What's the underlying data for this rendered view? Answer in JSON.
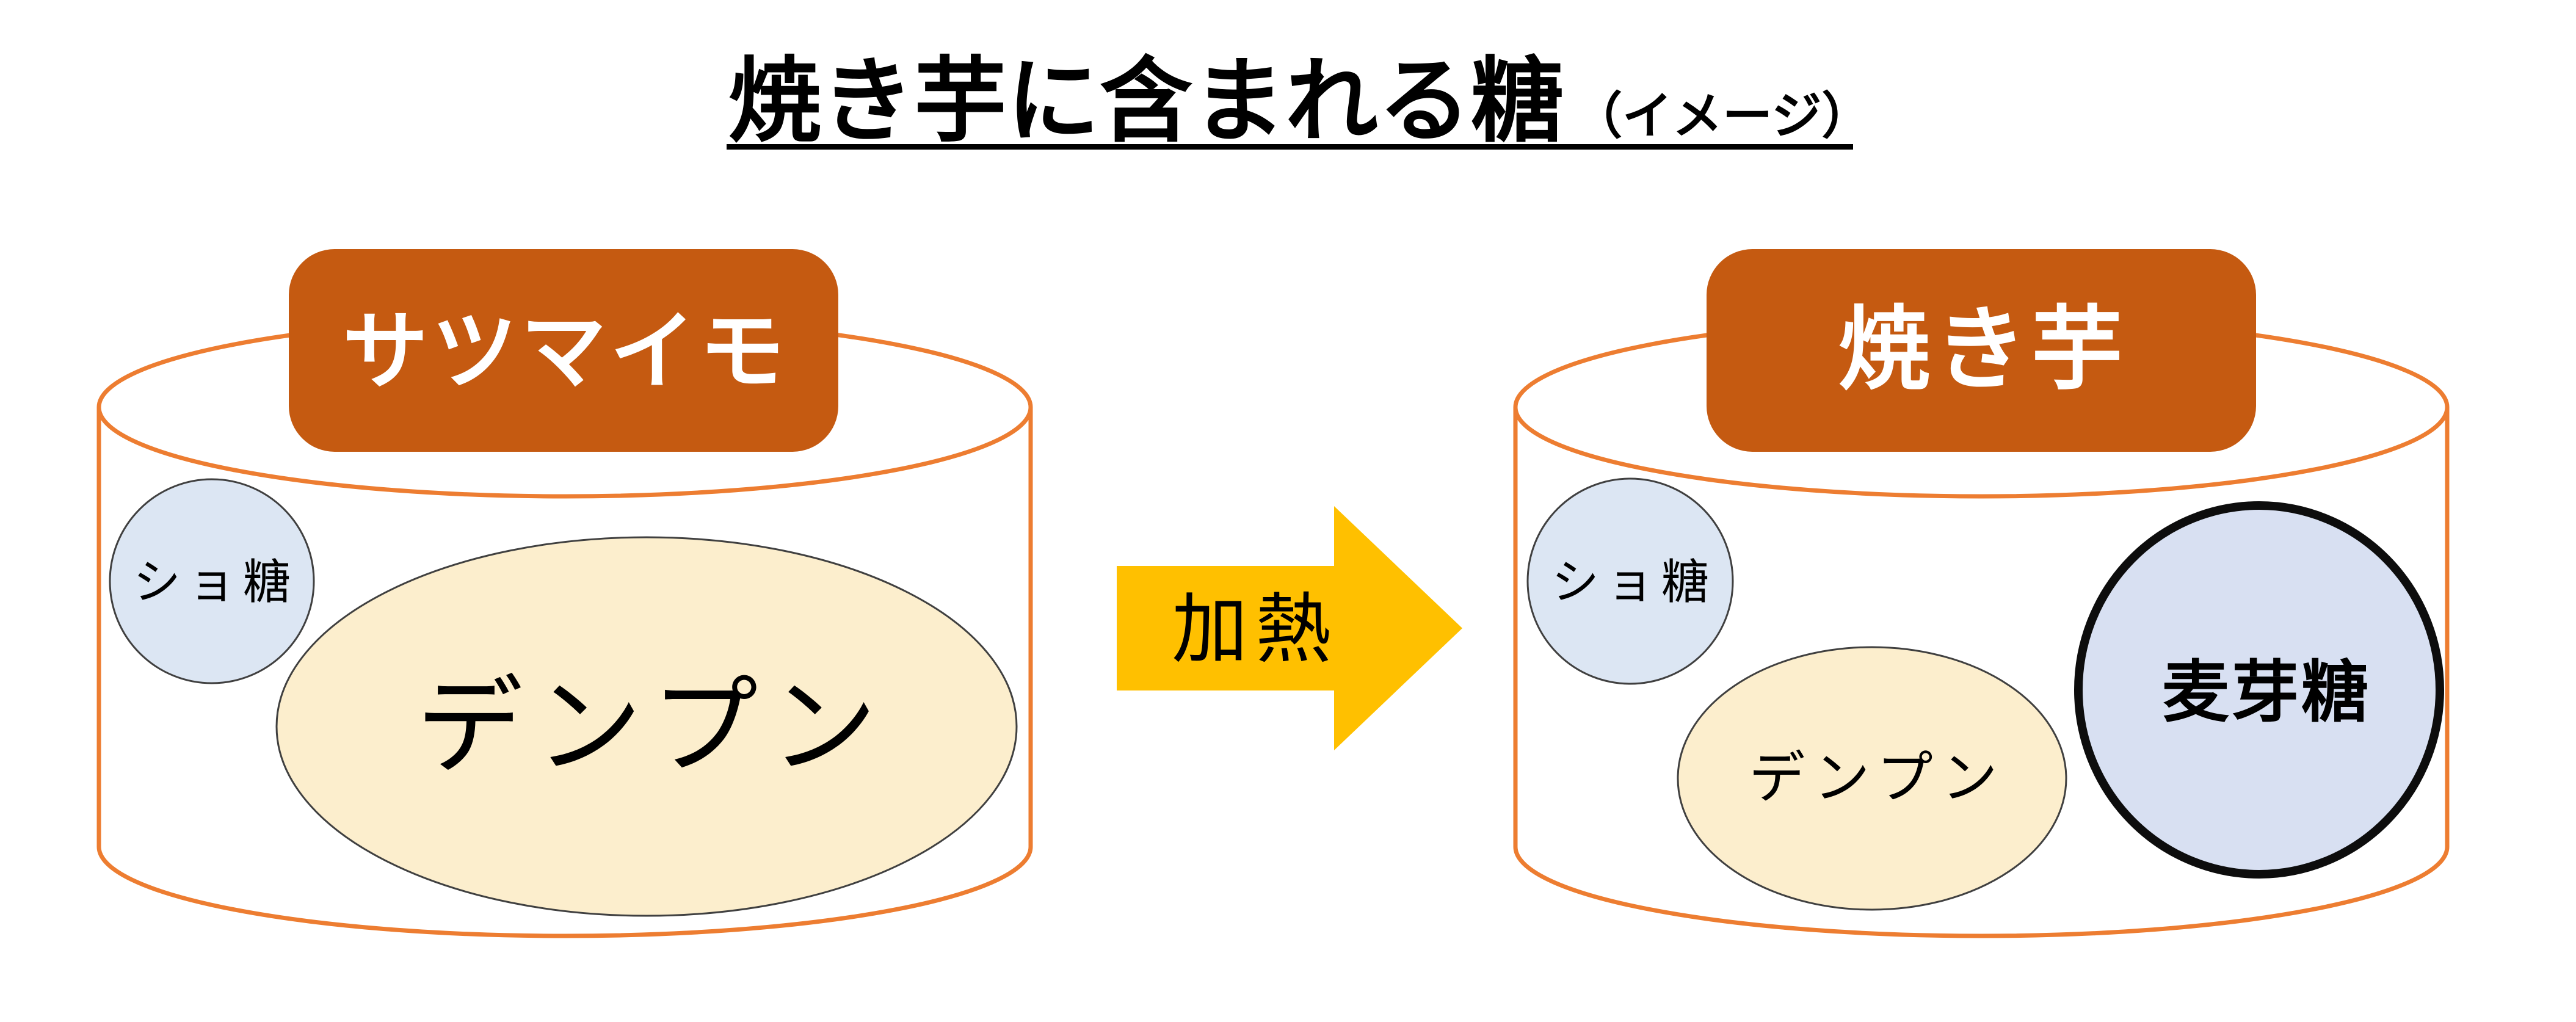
{
  "title": {
    "main": "焼き芋に含まれる糖",
    "note": "（イメージ）"
  },
  "left": {
    "label": "サツマイモ",
    "sucrose": "ショ糖",
    "starch": "デンプン"
  },
  "arrow": {
    "label": "加熱"
  },
  "right": {
    "label": "焼き芋",
    "sucrose": "ショ糖",
    "starch": "デンプン",
    "maltose": "麦芽糖"
  },
  "colors": {
    "background": "#FFFFFF",
    "cylinder_outline": "#ED7D31",
    "label_fill": "#C55A11",
    "label_text": "#FFFFFF",
    "sucrose_fill": "#DCE6F3",
    "starch_fill": "#FCEECD",
    "maltose_fill": "#D8E0F2",
    "maltose_stroke": "#0D0D0D",
    "thin_stroke": "#404040",
    "arrow_fill": "#FFC000",
    "text_color": "#000000"
  }
}
